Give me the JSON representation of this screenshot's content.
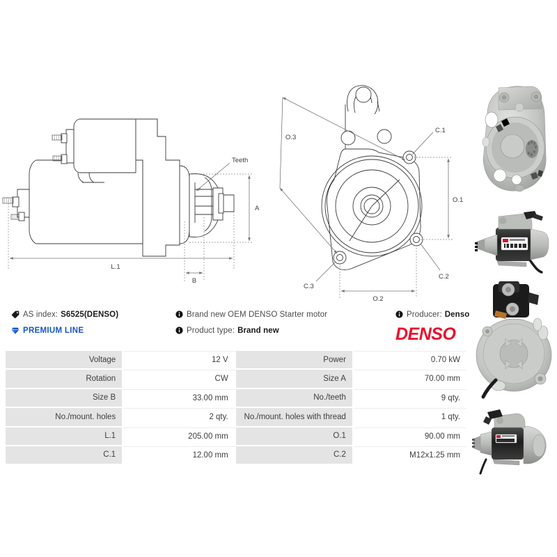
{
  "product": {
    "as_index_label": "AS index:",
    "as_index_value": "S6525(DENSO)",
    "premium_badge": "PREMIUM LINE",
    "description": "Brand new OEM DENSO Starter motor",
    "product_type_label": "Product type:",
    "product_type_value": "Brand new",
    "producer_label": "Producer:",
    "producer_value": "Denso",
    "brand_logo": "DENSO",
    "brand_color": "#e8112d",
    "premium_color": "#1455c4"
  },
  "icons": {
    "tag": "tag-icon",
    "gem": "gem-icon",
    "info": "info-icon"
  },
  "drawings": {
    "side_view": {
      "labels": [
        "Teeth",
        "A",
        "L.1",
        "B"
      ]
    },
    "front_view": {
      "labels": [
        "O.3",
        "C.1",
        "O.1",
        "C.2",
        "C.3",
        "O.2"
      ]
    }
  },
  "spec_table": {
    "rows": [
      {
        "k1": "Voltage",
        "v1": "12 V",
        "k2": "Power",
        "v2": "0.70 kW"
      },
      {
        "k1": "Rotation",
        "v1": "CW",
        "k2": "Size A",
        "v2": "70.00 mm"
      },
      {
        "k1": "Size B",
        "v1": "33.00 mm",
        "k2": "No./teeth",
        "v2": "9 qty."
      },
      {
        "k1": "No./mount. holes",
        "v1": "2 qty.",
        "k2": "No./mount. holes with thread",
        "v2": "1 qty."
      },
      {
        "k1": "L.1",
        "v1": "205.00 mm",
        "k2": "O.1",
        "v2": "90.00 mm"
      },
      {
        "k1": "C.1",
        "v1": "12.00 mm",
        "k2": "C.2",
        "v2": "M12x1.25 mm"
      }
    ]
  },
  "photos": [
    {
      "name": "starter-front-face-photo"
    },
    {
      "name": "starter-side-with-label-photo"
    },
    {
      "name": "starter-rear-cover-photo"
    },
    {
      "name": "starter-side-angle-photo"
    }
  ]
}
